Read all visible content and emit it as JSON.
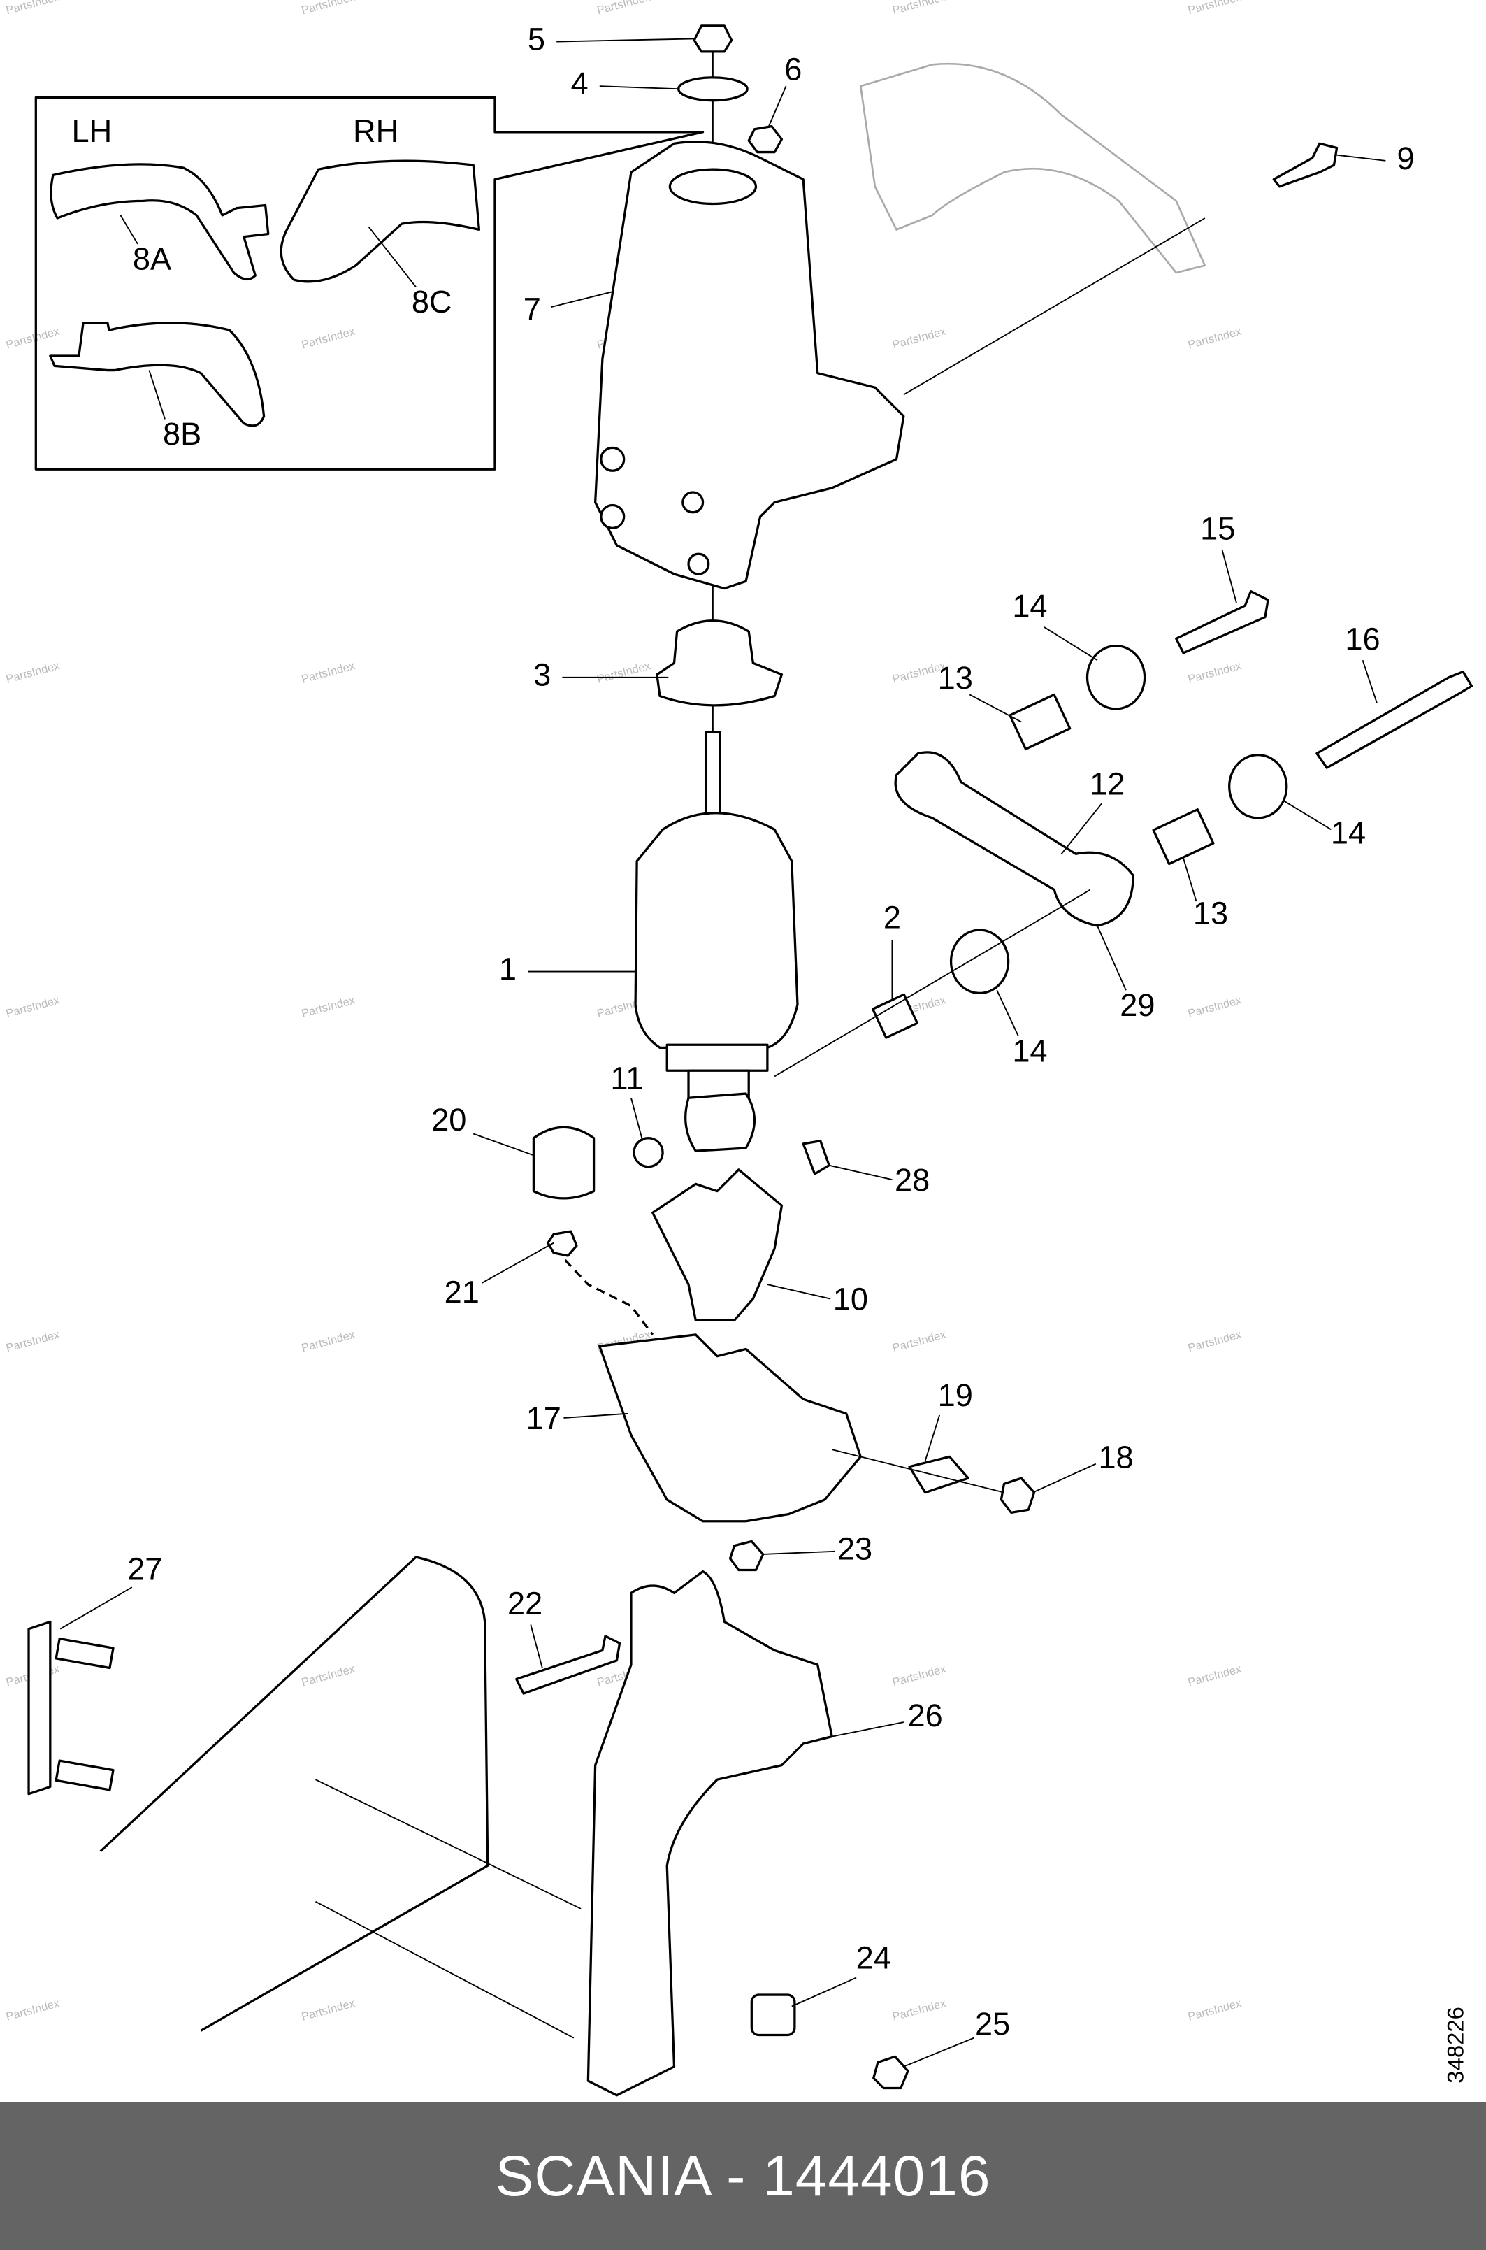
{
  "diagram": {
    "inset": {
      "left_hand": "LH",
      "right_hand": "RH",
      "labels": [
        "8A",
        "8B",
        "8C"
      ]
    },
    "callouts": {
      "c1": "1",
      "c2": "2",
      "c3": "3",
      "c4": "4",
      "c5": "5",
      "c6": "6",
      "c7": "7",
      "c9": "9",
      "c10": "10",
      "c11": "11",
      "c12": "12",
      "c13a": "13",
      "c13b": "13",
      "c14a": "14",
      "c14b": "14",
      "c14c": "14",
      "c15": "15",
      "c16": "16",
      "c17": "17",
      "c18": "18",
      "c19": "19",
      "c20": "20",
      "c21": "21",
      "c22": "22",
      "c23": "23",
      "c24": "24",
      "c25": "25",
      "c26": "26",
      "c27": "27",
      "c28": "28",
      "c29": "29"
    },
    "figure_number": "348226",
    "watermark": "PartsIndex"
  },
  "footer": {
    "title": "SCANIA - 1444016",
    "background": "#646464"
  }
}
